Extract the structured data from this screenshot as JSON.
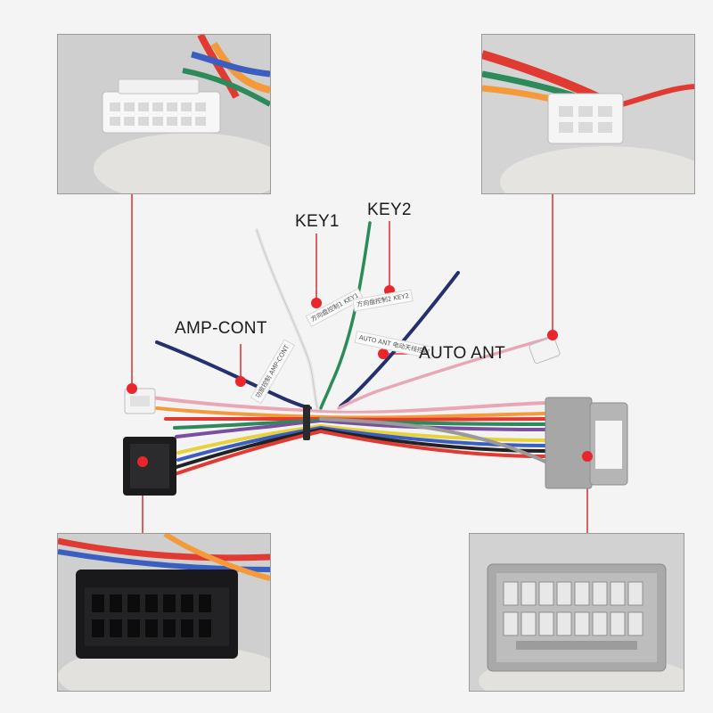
{
  "callouts": {
    "key1": "KEY1",
    "key2": "KEY2",
    "amp_cont": "AMP-CONT",
    "auto_ant": "AUTO ANT"
  },
  "wire_tags": {
    "key1_tag": "方向盘控制1 KEY1",
    "key2_tag": "方向盘控制2 KEY2",
    "amp_tag": "功放控制 AMP-CONT",
    "ant_tag": "AUTO ANT 电动天线控制"
  },
  "colors": {
    "pointer_dot": "#e8262b",
    "pointer_line": "#d93a3a",
    "connector_white": "#f3f3f3",
    "connector_black": "#1c1c1e",
    "connector_grey": "#a7a7a7",
    "wire_blue": "#25306e",
    "wire_green": "#2d8a5a"
  }
}
